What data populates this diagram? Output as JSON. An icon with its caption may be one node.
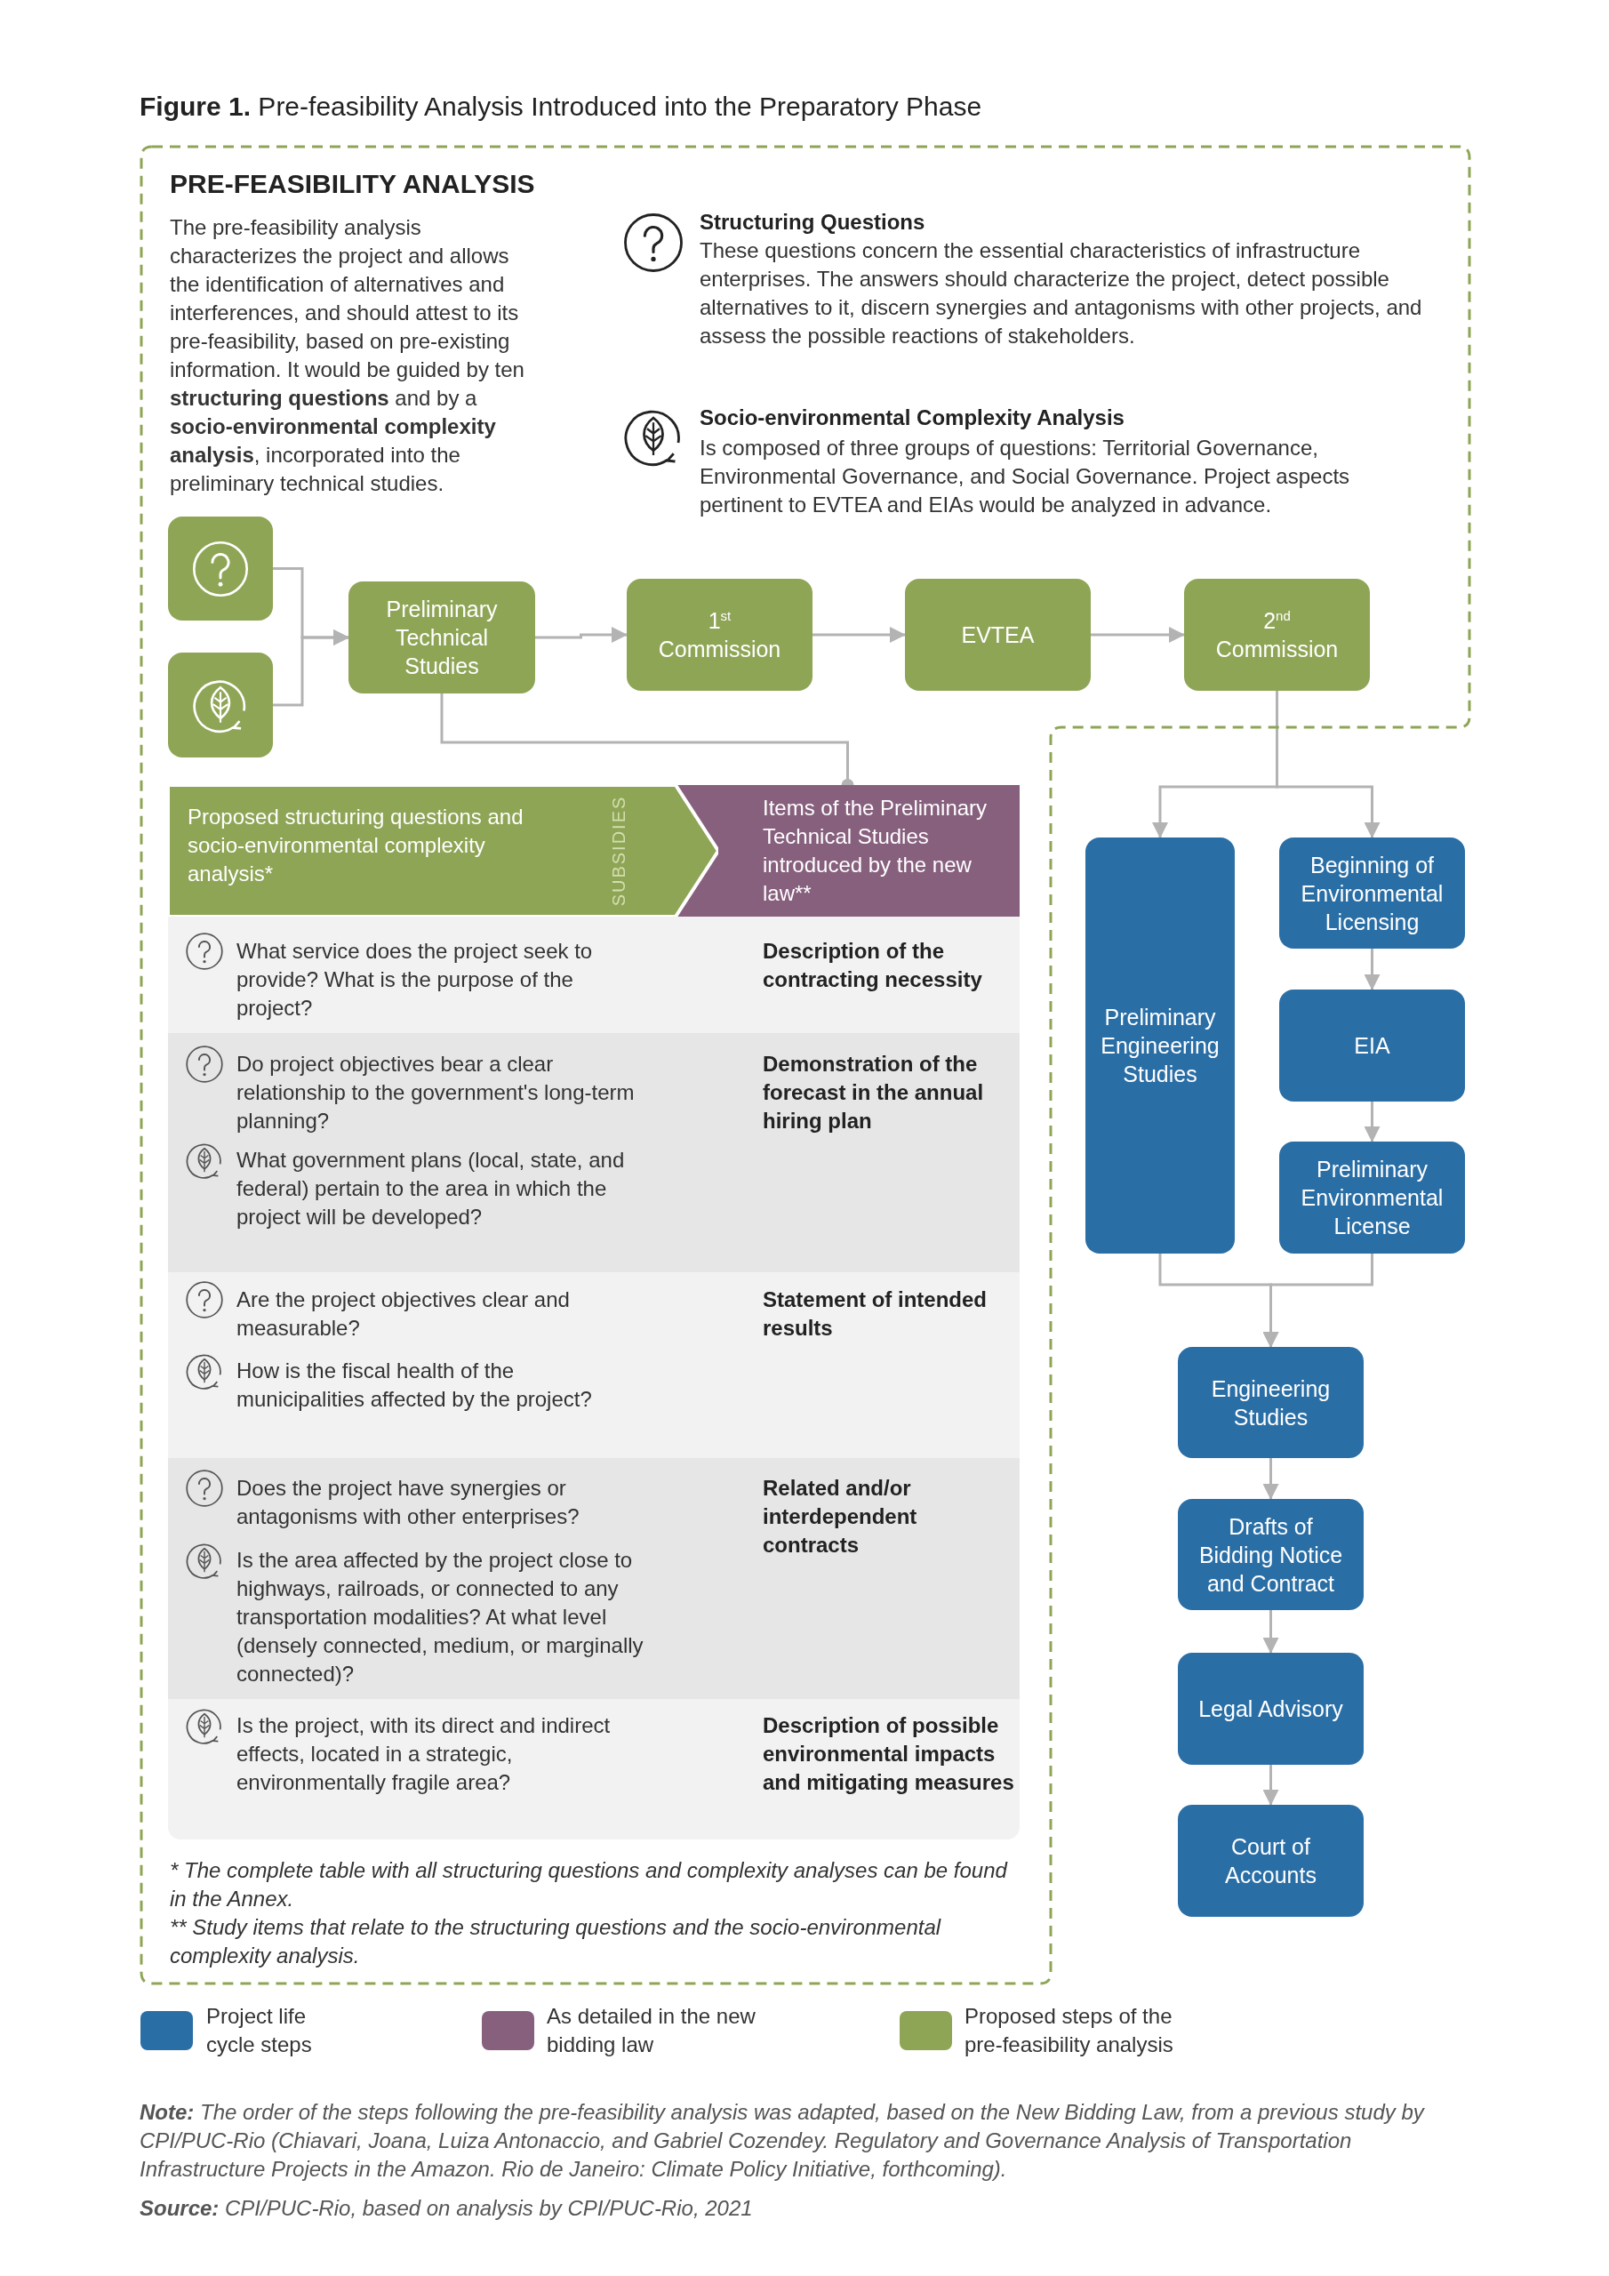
{
  "diagram": {
    "title": "**Figure 1.** Pre-feasibility Analysis Introduced into the Preparatory Phase",
    "nodes": [
      {
        "text": [
          "PRE-FEASIBILITY ANALYSIS",
          "The pre-feasibility analysis characterizes the project and allows the identification of alternatives and interferences, and should attest to its pre-feasibility, based on pre-existing information. It would be guided by ten **structuring questions** and by a **socio-environmental complexity analysis**, incorporated into the preliminary technical studies."
        ]
      },
      {
        "text": [],
        "shape": "box",
        "in": 0
      },
      {
        "text": [],
        "shape": "box",
        "in": 0
      },
      {
        "text": [
          "Preliminary Technical Studies"
        ],
        "in": 0
      },
      {
        "text": [
          "1$^{st}$ Commission"
        ],
        "in": 0
      },
      {
        "text": [
          "EVTEA"
        ],
        "in": 0
      },
      {
        "text": [
          "2$^{nd}$ Commission"
        ],
        "in": 0
      },
      {
        "text": [
          "Proposed structuring questions and socio-environmental complexity analysis*",
          "SUBSIDIES"
        ],
        "in": 0
      },
      {
        "text": [
          "Items of the Preliminary Technical Studies introduced by the new law**"
        ],
        "in": 0
      },
      {
        "text": [
          "Preliminary Engineering Studies"
        ]
      },
      {
        "text": [
          "Beginning of Environmental Licensing"
        ]
      },
      {
        "text": [
          "EIA"
        ]
      },
      {
        "text": [
          "Preliminary Environmental License"
        ]
      },
      {
        "text": [
          "Engineering Studies"
        ]
      },
      {
        "text": [
          "Drafts of Bidding Notice and Contract"
        ]
      },
      {
        "text": [
          "Legal Advisory"
        ]
      },
      {
        "text": [
          "Court of Accounts"
        ]
      }
    ],
    "edges": [
      {
        "from": 1,
        "to": 3,
        "arrow": "to"
      },
      {
        "from": 2,
        "to": 3,
        "arrow": "to"
      },
      {
        "from": 3,
        "to": 4,
        "arrow": "to"
      },
      {
        "from": 4,
        "to": 5,
        "arrow": "to"
      },
      {
        "from": 5,
        "to": 6,
        "arrow": "to"
      },
      {
        "from": 3,
        "to": 8,
        "arrow": "other"
      },
      {
        "from": 6,
        "to": 9,
        "arrow": "to"
      },
      {
        "from": 6,
        "to": 10,
        "arrow": "to"
      },
      {
        "from": 10,
        "to": 11,
        "arrow": "to"
      },
      {
        "from": 11,
        "to": 12,
        "arrow": "to"
      },
      {
        "from": 9,
        "to": 13,
        "arrow": "to"
      },
      {
        "from": 12,
        "to": 13,
        "arrow": "to"
      },
      {
        "from": 13,
        "to": 14,
        "arrow": "to"
      },
      {
        "from": 14,
        "to": 15,
        "arrow": "to"
      },
      {
        "from": 15,
        "to": 16,
        "arrow": "to"
      }
    ],
    "labels": [
      "Structuring Questions",
      "These questions concern the essential characteristics of infrastructure enterprises. The answers should characterize the project, detect possible alternatives to it, discern synergies and antagonisms with other projects, and assess the possible reactions of stakeholders.",
      "Socio-environmental Complexity Analysis",
      "Is composed of three groups of questions: Territorial Governance, Environmental Governance, and Social Governance. Project aspects pertinent to EVTEA and EIAs would be analyzed in advance.",
      "What service does the project seek to provide? What is the purpose of the project?",
      "Description of the contracting necessity",
      "Do project objectives bear a clear relationship to the government's long-term planning?",
      "Demonstration of the forecast in the annual hiring plan",
      "What government plans (local, state, and federal) pertain to the area in which the project will be developed?",
      "Are the project objectives clear and measurable?",
      "Statement of intended results",
      "How is the fiscal health of the municipalities affected by the project?",
      "Does the project have synergies or antagonisms with other enterprises?",
      "Related and/or interdependent contracts",
      "Is the area affected by the project close to highways, railroads, or connected to any transportation modalities? At what level (densely connected, medium, or marginally connected)?",
      "Is the project, with its direct and indirect effects, located in a strategic, environmentally fragile area?",
      "Description of possible environmental impacts and mitigating measures",
      "* The complete table with all structuring questions and complexity analyses can be found in the Annex.",
      "** Study items that relate to the structuring questions and the socio-environmental complexity analysis.",
      "**Note:** The order of the steps following the pre-feasibility analysis was adapted, based on the New Bidding Law, from a previous study by CPI/PUC-Rio (Chiavari, Joana, Luiza Antonaccio, and Gabriel Cozendey. Regulatory and Governance Analysis of Transportation Infrastructure Projects in the Amazon. Rio de Janeiro: Climate Policy Initiative, forthcoming).",
      "**Source:** CPI/PUC-Rio, based on analysis by CPI/PUC-Rio, 2021"
    ],
    "legend": [
      {
        "text": "Project life cycle steps",
        "color": "#2a6ea6"
      },
      {
        "text": "As detailed in the new bidding law",
        "color": "#87607e"
      },
      {
        "text": "Proposed steps of the pre-feasibility analysis",
        "color": "#8fa556"
      }
    ]
  }
}
